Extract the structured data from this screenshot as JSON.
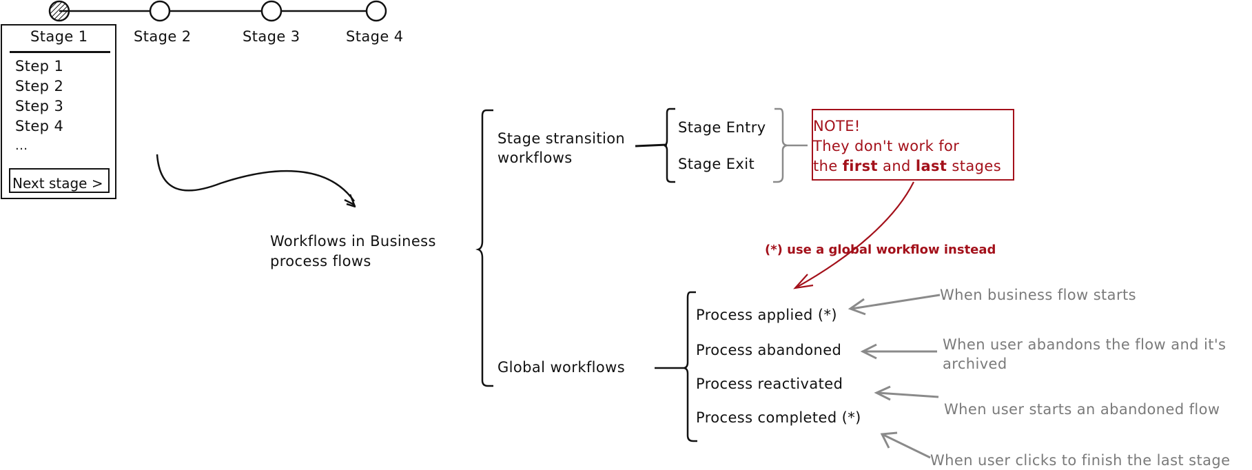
{
  "stages": [
    "Stage 1",
    "Stage 2",
    "Stage 3",
    "Stage 4"
  ],
  "active_stage": "Stage 1",
  "steps": [
    "Step 1",
    "Step 2",
    "Step 3",
    "Step 4",
    "..."
  ],
  "next_button": "Next stage >",
  "center_label_line1": "Workflows in Business",
  "center_label_line2": "process flows",
  "transition": {
    "label_line1": "Stage stransition",
    "label_line2": "workflows",
    "entry": "Stage Entry",
    "exit": "Stage Exit"
  },
  "note": {
    "title": "NOTE!",
    "line1": "They don't work for",
    "line2_pre": "the ",
    "line2_first": "first",
    "line2_mid": " and ",
    "line2_last": "last",
    "line2_post": " stages"
  },
  "note_arrow_label": "(*) use a global workflow instead",
  "global": {
    "label": "Global workflows",
    "items": [
      "Process applied (*)",
      "Process abandoned",
      "Process reactivated",
      "Process completed (*)"
    ]
  },
  "explanations": [
    "When business flow starts",
    "When user abandons the flow and it's",
    "archived",
    "When user starts an abandoned flow",
    "When user clicks to finish the last stage"
  ],
  "colors": {
    "ink": "#111111",
    "note_red": "#a3101a",
    "explain_grey": "#7a7a7a",
    "bracket_grey": "#8a8a8a"
  }
}
